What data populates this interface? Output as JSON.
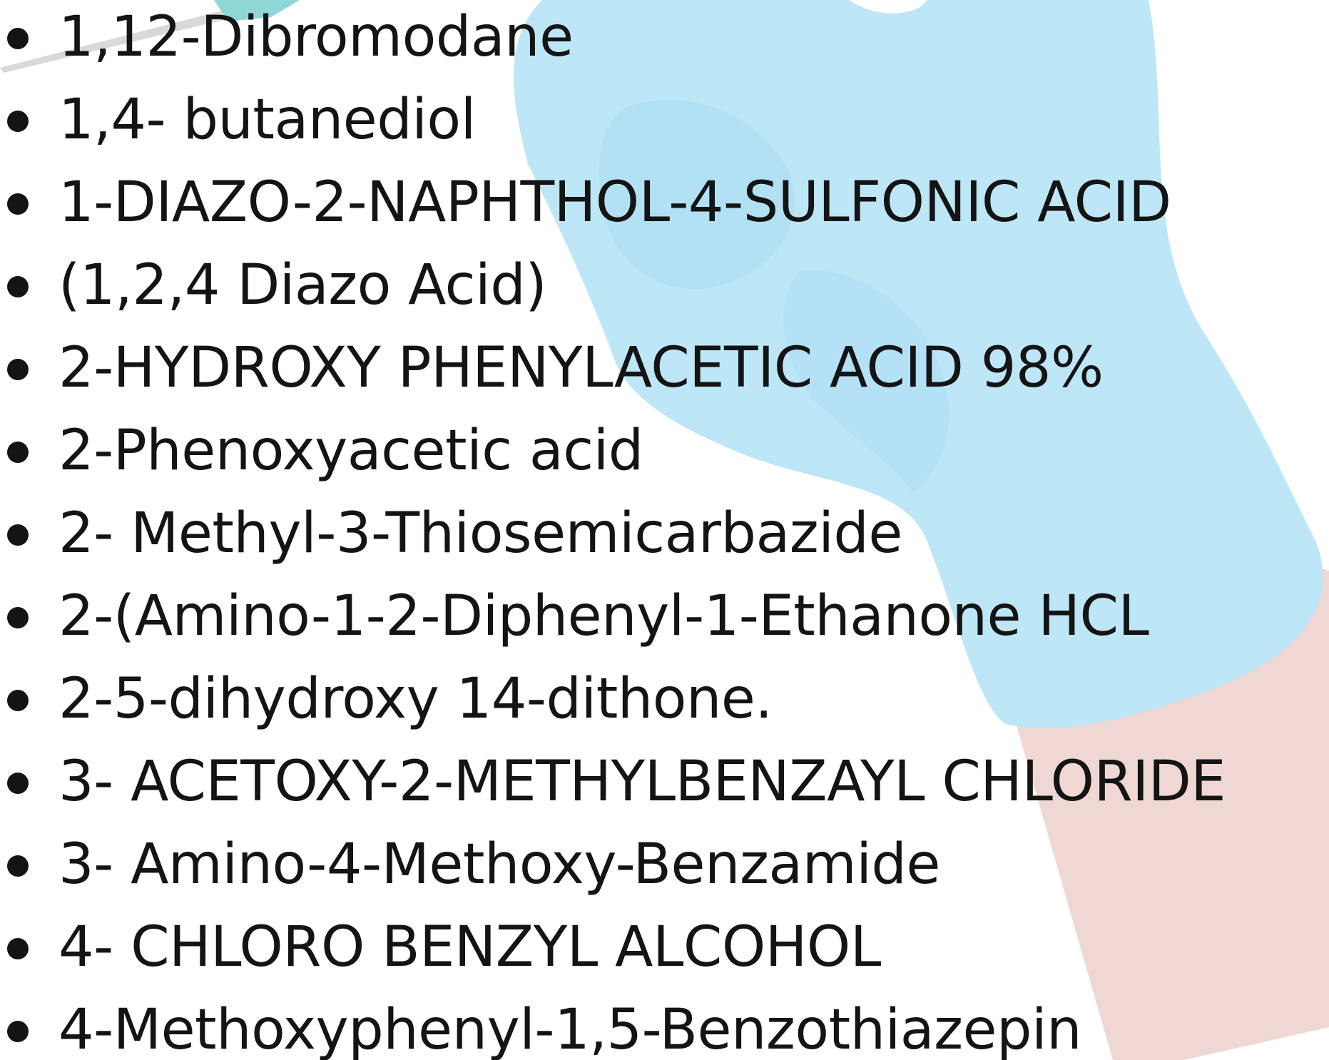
{
  "colors": {
    "text": "#141414",
    "glove": "#bde6f7",
    "glove_shadow": "#a9dcf2",
    "arm": "#efd7d4",
    "syringe_tip": "#8fd6d6"
  },
  "illustration": {
    "name": "gloved-hand-with-syringe",
    "icon": "glove-syringe-illustration"
  },
  "items": [
    {
      "label": "1,12-Dibromodane"
    },
    {
      "label": "1,4- butanediol"
    },
    {
      "label": "1-DIAZO-2-NAPHTHOL-4-SULFONIC ACID"
    },
    {
      "label": "(1,2,4 Diazo Acid)"
    },
    {
      "label": "2-HYDROXY PHENYLACETIC ACID 98%"
    },
    {
      "label": "2-Phenoxyacetic acid"
    },
    {
      "label": "2- Methyl-3-Thiosemicarbazide"
    },
    {
      "label": "2-(Amino-1-2-Diphenyl-1-Ethanone HCL"
    },
    {
      "label": "2-5-dihydroxy 14-dithone."
    },
    {
      "label": "3- ACETOXY-2-METHYLBENZAYL CHLORIDE"
    },
    {
      "label": "3- Amino-4-Methoxy-Benzamide"
    },
    {
      "label": "4- CHLORO BENZYL ALCOHOL"
    },
    {
      "label": "4-Methoxyphenyl-1,5-Benzothiazepin"
    }
  ]
}
